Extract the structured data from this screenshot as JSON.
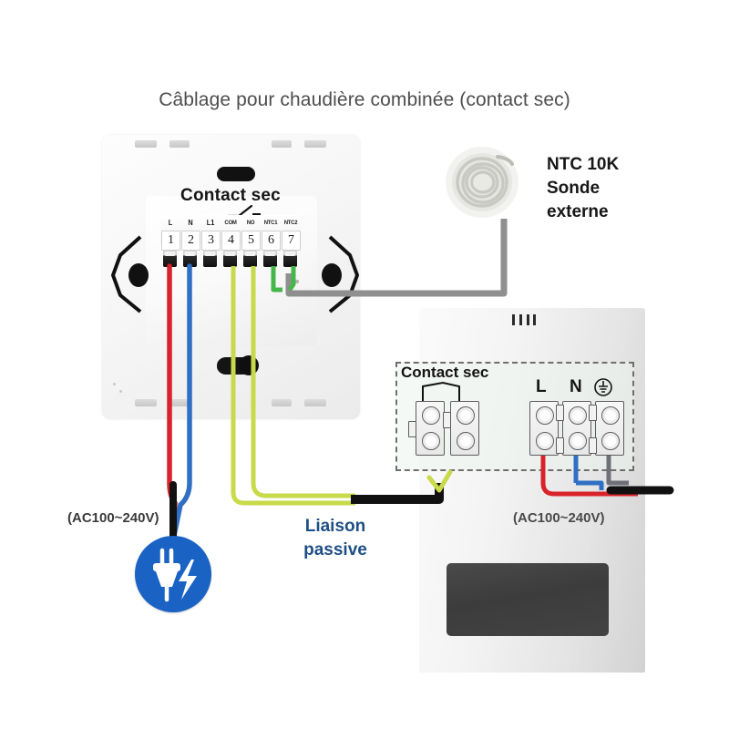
{
  "title": "Câblage pour chaudière combinée (contact sec)",
  "thermostat": {
    "contact_sec_label": "Contact sec",
    "terminal_abbrs": [
      "L",
      "N",
      "L1",
      "COM",
      "NO",
      "NTC1",
      "NTC2"
    ],
    "terminal_numbers": [
      "1",
      "2",
      "3",
      "4",
      "5",
      "6",
      "7"
    ],
    "wire_colors": {
      "t1": "#d8232a",
      "t2": "#2f6fc4",
      "t3": "none",
      "t4": "#c8d94a",
      "t5": "#c8d94a",
      "t6": "#45b649",
      "t7": "#45b649"
    }
  },
  "sensor": {
    "title_line1": "NTC 10K",
    "title_line2": "Sonde",
    "title_line3": "externe",
    "cable_color": "#8f8f8f"
  },
  "boiler": {
    "contact_sec_label": "Contact sec",
    "terminal_L": "L",
    "terminal_N": "N",
    "ground_icon": "earth-ground-icon"
  },
  "labels": {
    "ac_left": "(AC100~240V)",
    "ac_right": "(AC100~240V)",
    "liaison_line1": "Liaison",
    "liaison_line2": "passive"
  },
  "colors": {
    "accent_blue": "#1a62c4",
    "liaison_text": "#1f4f86",
    "title_text": "#4d4d4d",
    "live_red": "#d8232a",
    "neutral_blue": "#2f6fc4",
    "yellow_green": "#c8d94a",
    "green": "#45b649",
    "black_cable": "#111111",
    "gray_cable": "#8f8f8f"
  },
  "icons": {
    "plug": "power-plug-lightning-icon",
    "switch": "dry-contact-switch-icon"
  }
}
